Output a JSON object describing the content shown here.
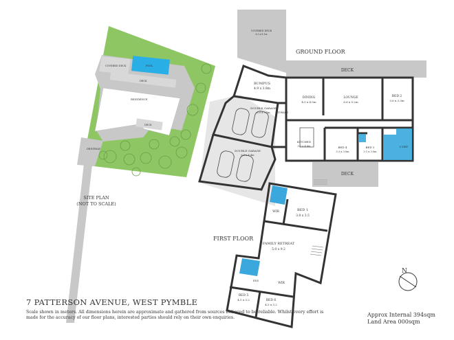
{
  "site_plan": {
    "covered_deck": "COVERED DECK",
    "pool": "POOL",
    "deck": "DECK",
    "residence": "RESIDENCE",
    "deck_lower": "DECK",
    "driveway": "DRIVEWAY",
    "caption_line1": "SITE PLAN",
    "caption_line2": "(NOT TO SCALE)"
  },
  "ground_floor": {
    "title": "GROUND FLOOR",
    "covered_deck": "COVERED DECK",
    "covered_deck_dims": "6.3 x 8.1m",
    "deck_top": "DECK",
    "deck_bottom": "DECK",
    "rooms": {
      "bumpus": {
        "name": "BUMPUS",
        "dims": "4.9 x 3.8m"
      },
      "dining": {
        "name": "DINING",
        "dims": "4.5 x 4.5m"
      },
      "lounge": {
        "name": "LOUNGE",
        "dims": "6.6 x 5.2m"
      },
      "bed2": {
        "name": "BED 2",
        "dims": "3.6 x 3.3m"
      },
      "double_garage_1": {
        "name": "DOUBLE GARAGE",
        "dims": "6.0 x 5.1m"
      },
      "storage": {
        "name": "STORAGE"
      },
      "double_garage_2": {
        "name": "DOUBLE GARAGE",
        "dims": "6.6 x 4.4m"
      },
      "kitchen": {
        "name": "KITCHEN",
        "dims": "3.2 x 4.6m"
      },
      "bed4": {
        "name": "BED 4",
        "dims": "3.3 x 3.0m"
      },
      "bed3": {
        "name": "BED 3",
        "dims": "3.1 x 3.0m"
      },
      "ldry": {
        "name": "L'DRY"
      }
    }
  },
  "first_floor": {
    "title": "FIRST FLOOR",
    "rooms": {
      "bed1": {
        "name": "BED 1",
        "dims": "3.8 x 3.5"
      },
      "wir1": {
        "name": "WIR"
      },
      "family_retreat": {
        "name": "FAMILY RETREAT",
        "dims": "5.0 x 9.2"
      },
      "ens": {
        "name": "ENS"
      },
      "bed5": {
        "name": "BED 5",
        "dims": "4.5 x 3.2"
      },
      "bed6": {
        "name": "BED 6",
        "dims": "4.5 x 3.2"
      },
      "wir2": {
        "name": "WIR"
      }
    }
  },
  "info": {
    "address": "7 PATTERSON AVENUE, WEST PYMBLE",
    "disclaimer": "Scale shown in meters. All dimensions herein are approximate and gathered from sources believed to be reliable. Whilst every effort is made for the accuracy of our floor plans, interested parties should rely on their own enquiries.",
    "approx_internal": "Approx Internal 394sqm",
    "land_area": "Land Area 000sqm",
    "north": "N"
  },
  "colors": {
    "lawn": "#8ec663",
    "pool": "#2aaee6",
    "wet_area": "#3aa8dc",
    "paving": "#c8c8c8",
    "wall": "#333333"
  }
}
